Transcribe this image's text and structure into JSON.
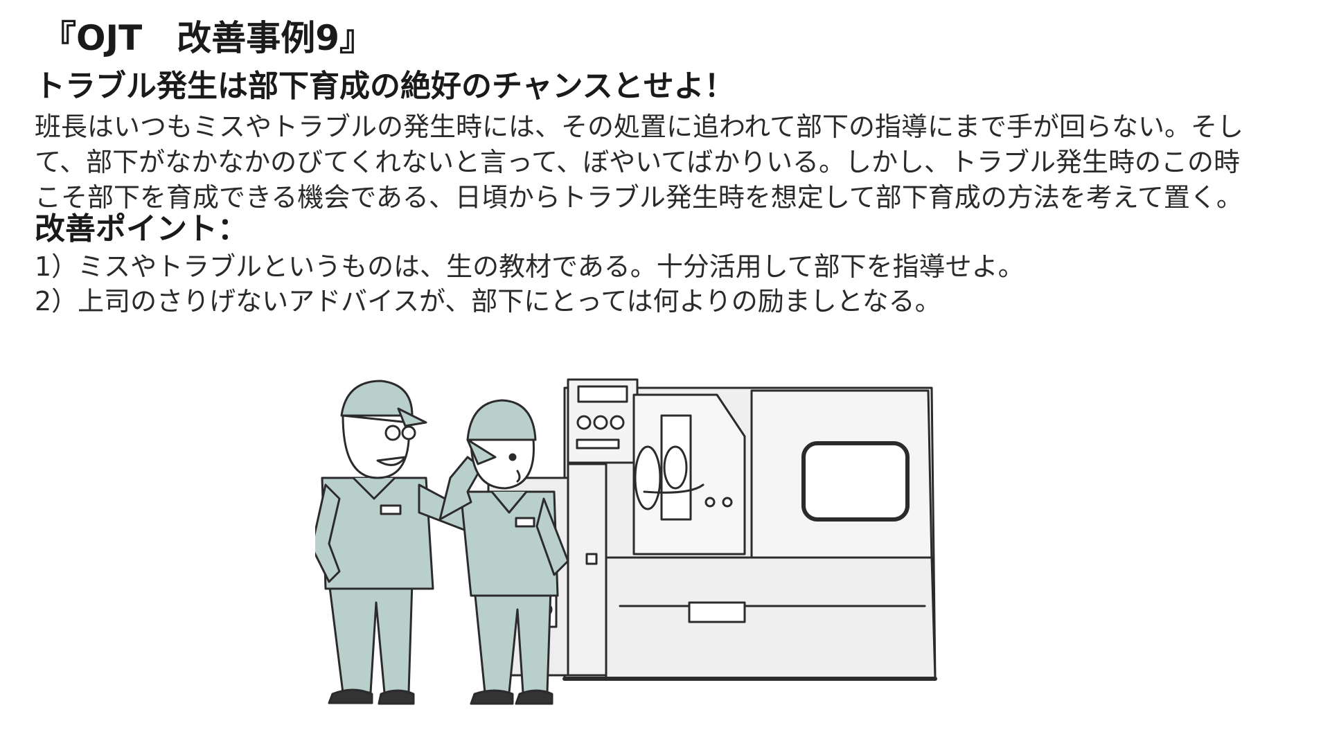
{
  "slide": {
    "title": "『OJT　改善事例9』",
    "headline": "トラブル発生は部下育成の絶好のチャンスとせよ！",
    "body_lines": [
      "班長はいつもミスやトラブルの発生時には、その処置に追われて部下の指導にまで手が回らない。そし",
      "て、部下がなかなかのびてくれないと言って、ぼやいてばかりいる。しかし、トラブル発生時のこの時",
      "こそ部下を育成できる機会である、日頃からトラブル発生時を想定して部下育成の方法を考えて置く。"
    ],
    "points_heading": "改善ポイント：",
    "points": [
      "1）ミスやトラブルというものは、生の教材である。十分活用して部下を指導せよ。",
      "2）上司のさりげないアドバイスが、部下にとっては何よりの励ましとなる。"
    ]
  },
  "illustration": {
    "subject": "two-workers-beside-lathe",
    "colors": {
      "uniform": "#b9cfcc",
      "machine": "#f0f0f0",
      "outline": "#2b2b2b",
      "skin": "#ffffff"
    }
  }
}
